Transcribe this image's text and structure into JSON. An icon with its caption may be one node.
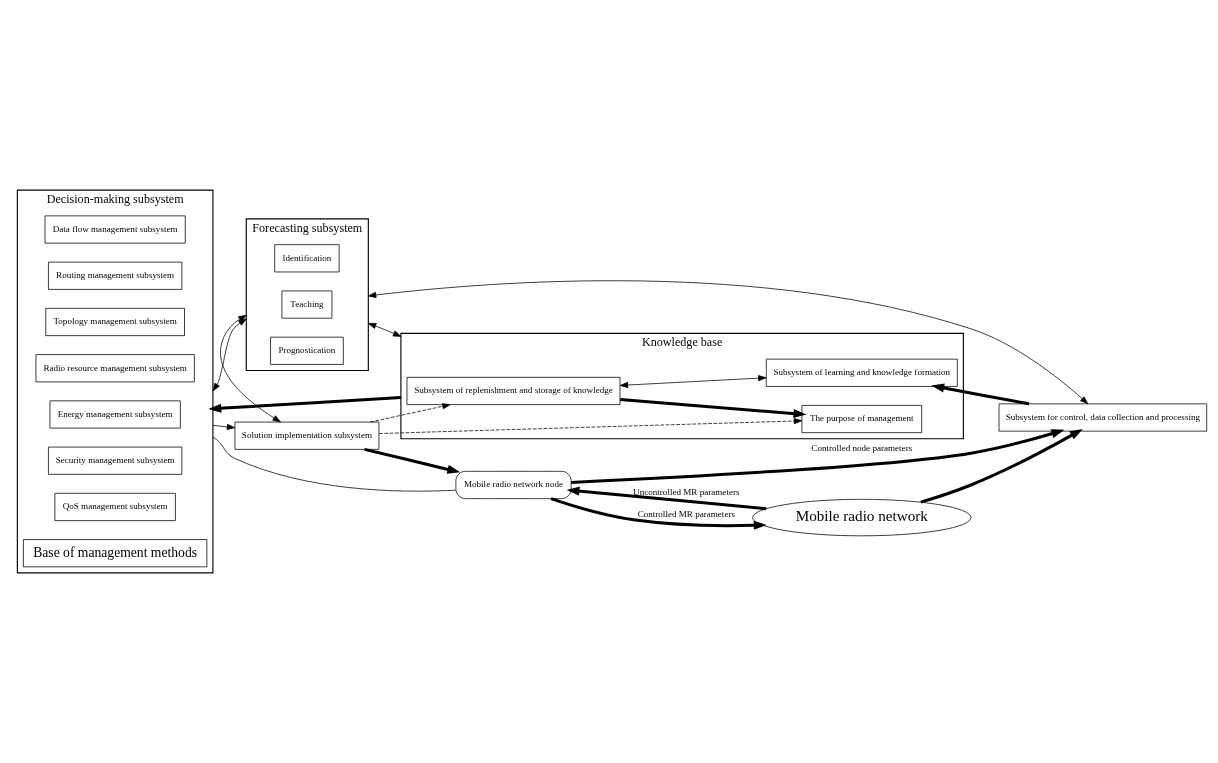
{
  "diagram": {
    "nodes": [
      {
        "text": [
          "Decision-making subsystem"
        ]
      },
      {
        "text": [
          "Data flow management subsystem"
        ],
        "in": 0
      },
      {
        "text": [
          "Routing management subsystem"
        ],
        "in": 0
      },
      {
        "text": [
          "Topology management subsystem"
        ],
        "in": 0
      },
      {
        "text": [
          "Radio resource management subsystem"
        ],
        "in": 0
      },
      {
        "text": [
          "Energy management subsystem"
        ],
        "in": 0
      },
      {
        "text": [
          "Security management subsystem"
        ],
        "in": 0
      },
      {
        "text": [
          "QoS management subsystem"
        ],
        "in": 0
      },
      {
        "text": [
          "Base of management methods"
        ],
        "in": 0
      },
      {
        "text": [
          "Forecasting subsystem"
        ]
      },
      {
        "text": [
          "Identification"
        ],
        "in": 9
      },
      {
        "text": [
          "Teaching"
        ],
        "in": 9
      },
      {
        "text": [
          "Prognostication"
        ],
        "in": 9
      },
      {
        "text": [
          "Knowledge base"
        ]
      },
      {
        "text": [
          "The purpose of management"
        ],
        "in": 13
      },
      {
        "text": [
          "Subsystem of replenishment and storage of knowledge"
        ],
        "in": 13
      },
      {
        "text": [
          "Subsystem of learning and knowledge formation"
        ],
        "in": 13
      },
      {
        "text": [
          "Solution implementation subsystem"
        ]
      },
      {
        "text": [
          "Mobile radio network node"
        ]
      },
      {
        "text": [
          "Subsystem for control, data collection and processing"
        ]
      },
      {
        "text": [
          "Mobile radio network"
        ]
      }
    ],
    "edges": [
      {
        "from": 13,
        "to": 0,
        "arrow": "to",
        "style": "thick"
      },
      {
        "from": 0,
        "to": 9,
        "arrow": "both"
      },
      {
        "from": 9,
        "to": 13,
        "arrow": "both"
      },
      {
        "from": 15,
        "to": 14,
        "arrow": "to",
        "style": "thick"
      },
      {
        "from": 15,
        "to": 16,
        "arrow": "both"
      },
      {
        "from": 19,
        "to": 16,
        "arrow": "to",
        "style": "thick"
      },
      {
        "from": 9,
        "to": 17,
        "arrow": "both"
      },
      {
        "from": 9,
        "to": 19,
        "arrow": "both"
      },
      {
        "from": 17,
        "to": 14,
        "arrow": "to",
        "style": "dashed"
      },
      {
        "from": 17,
        "to": 15,
        "arrow": "to",
        "style": "dashed"
      },
      {
        "from": 0,
        "to": 17,
        "arrow": "to"
      },
      {
        "from": 17,
        "to": 18,
        "arrow": "to",
        "style": "thick"
      },
      {
        "from": 0,
        "to": 18,
        "arrow": "none"
      },
      {
        "from": 18,
        "to": 19,
        "arrow": "to",
        "style": "thick",
        "label": "Controlled node parameters"
      },
      {
        "from": 20,
        "to": 18,
        "arrow": "to",
        "style": "thick",
        "label": "Uncontrolled MR parameters"
      },
      {
        "from": 18,
        "to": 20,
        "arrow": "to",
        "style": "thick",
        "label": "Controlled MR parameters"
      },
      {
        "from": 20,
        "to": 19,
        "arrow": "to",
        "style": "thick"
      }
    ]
  }
}
